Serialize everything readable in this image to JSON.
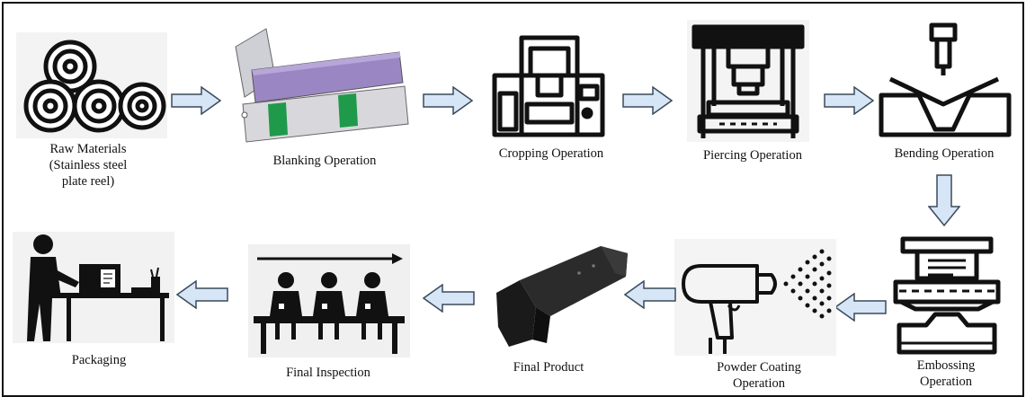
{
  "steps": [
    {
      "id": "raw-materials",
      "label": "Raw Materials\n(Stainless steel\nplate reel)",
      "icon": "steel-reel-icon"
    },
    {
      "id": "blanking",
      "label": "Blanking Operation",
      "icon": "blanking-machine-icon"
    },
    {
      "id": "cropping",
      "label": "Cropping Operation",
      "icon": "cropping-press-icon"
    },
    {
      "id": "piercing",
      "label": "Piercing Operation",
      "icon": "piercing-press-icon"
    },
    {
      "id": "bending",
      "label": "Bending Operation",
      "icon": "bending-die-icon"
    },
    {
      "id": "embossing",
      "label": "Embossing\nOperation",
      "icon": "embossing-press-icon"
    },
    {
      "id": "powder-coating",
      "label": "Powder Coating\nOperation",
      "icon": "spray-gun-icon"
    },
    {
      "id": "final-product",
      "label": "Final Product",
      "icon": "final-product-icon"
    },
    {
      "id": "final-inspection",
      "label": "Final Inspection",
      "icon": "inspection-workers-icon"
    },
    {
      "id": "packaging",
      "label": "Packaging",
      "icon": "packaging-worker-icon"
    }
  ],
  "colors": {
    "arrow_fill": "#d6e6f7",
    "arrow_stroke": "#3a4a5a",
    "machine_purple": "#9b86c4",
    "machine_green": "#1f9a4a"
  }
}
